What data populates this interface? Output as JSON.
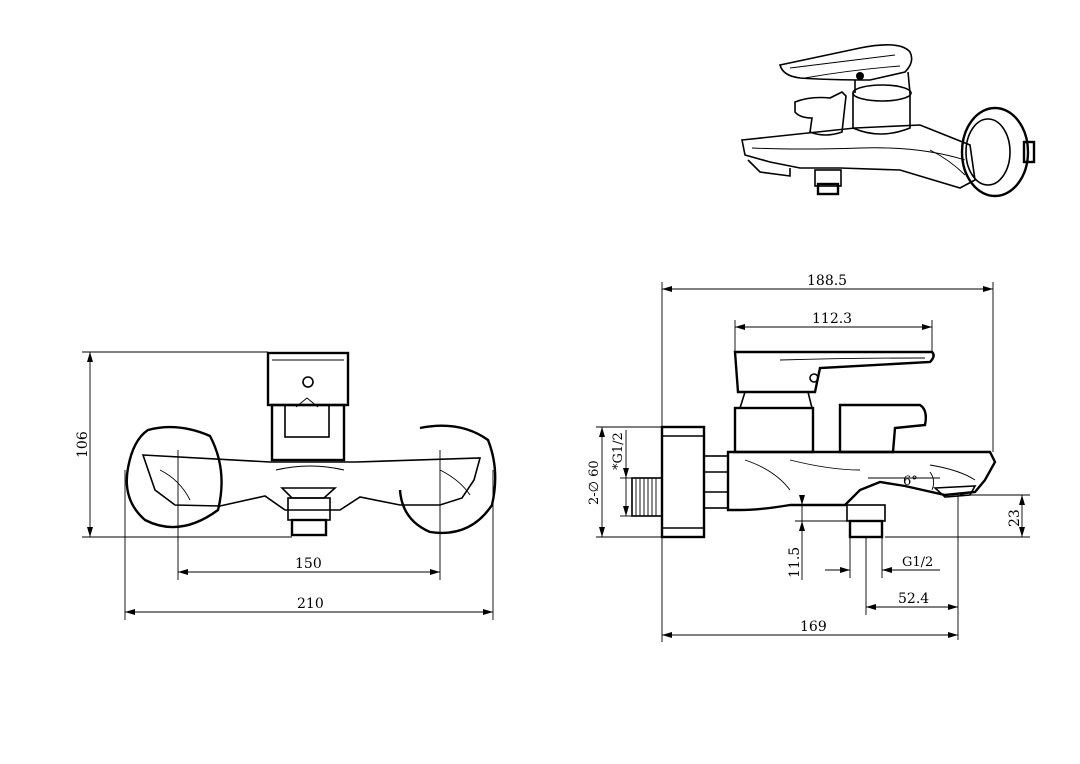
{
  "front_view": {
    "dim_height": "106",
    "dim_center_distance": "150",
    "dim_total_width": "210"
  },
  "side_view": {
    "dim_total_length": "188.5",
    "dim_lever_length": "112.3",
    "dim_thread_inlet": "*G1/2",
    "dim_flange": "2-∅ 60",
    "dim_angle": "6°",
    "dim_outlet_height": "23",
    "dim_outlet_drop": "11.5",
    "dim_outlet_thread": "G1/2",
    "dim_outlet_offset": "52.4",
    "dim_projection": "169"
  }
}
